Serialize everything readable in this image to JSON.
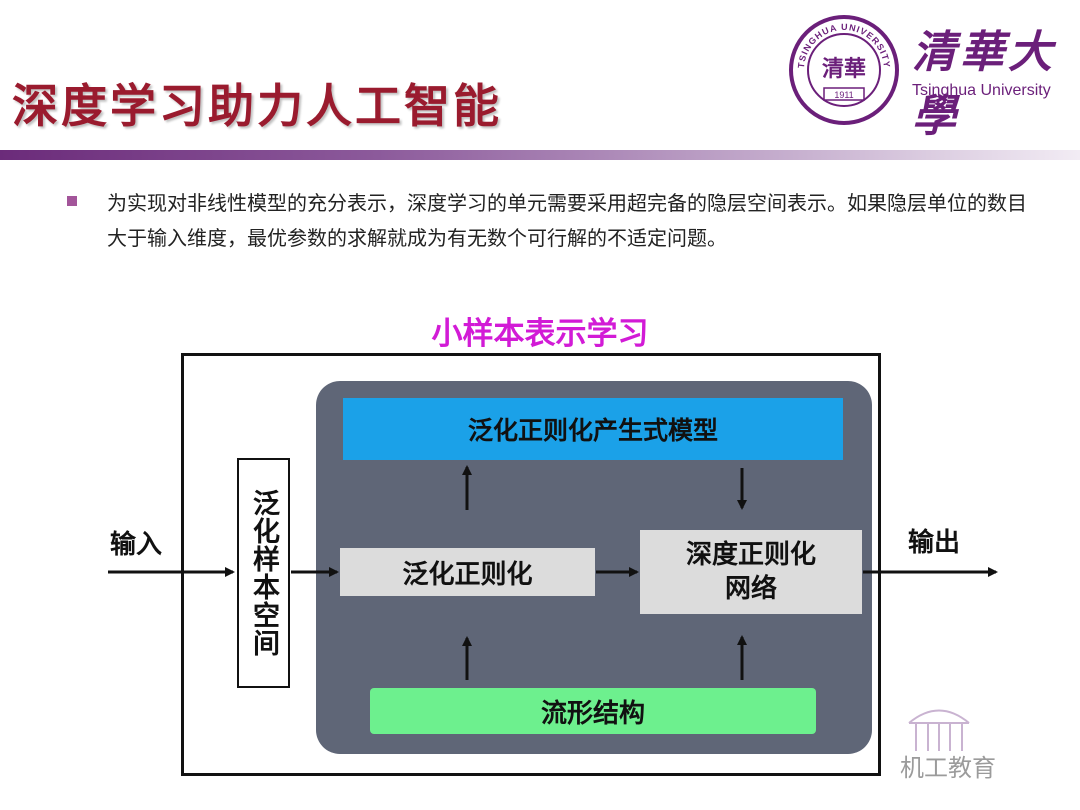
{
  "slide": {
    "title": "深度学习助力人工智能",
    "bullet_text": "为实现对非线性模型的充分表示，深度学习的单元需要采用超完备的隐层空间表示。如果隐层单位的数目大于输入维度，最优参数的求解就成为有无数个可行解的不适定问题。"
  },
  "logo": {
    "seal_top_text": "TSINGHUA UNIVERSITY",
    "seal_center_text": "清華",
    "seal_year": "1911",
    "cn_name": "清華大學",
    "en_name": "Tsinghua University"
  },
  "diagram": {
    "title": "小样本表示学习",
    "input_label": "输入",
    "output_label": "输出",
    "sample_space": "泛化样本空间",
    "generative_model": "泛化正则化产生式模型",
    "regularization": "泛化正则化",
    "deep_network": "深度正则化网络",
    "manifold": "流形结构"
  },
  "watermark": {
    "text": "机工教育"
  },
  "colors": {
    "title": "#9a1b2e",
    "diagram_title": "#d21bd6",
    "panel": "#5f6677",
    "generative_box": "#1ba1e8",
    "manifold_box": "#6df08e",
    "grey_box": "#dcdcdc",
    "accent_purple": "#6b1f7a"
  }
}
